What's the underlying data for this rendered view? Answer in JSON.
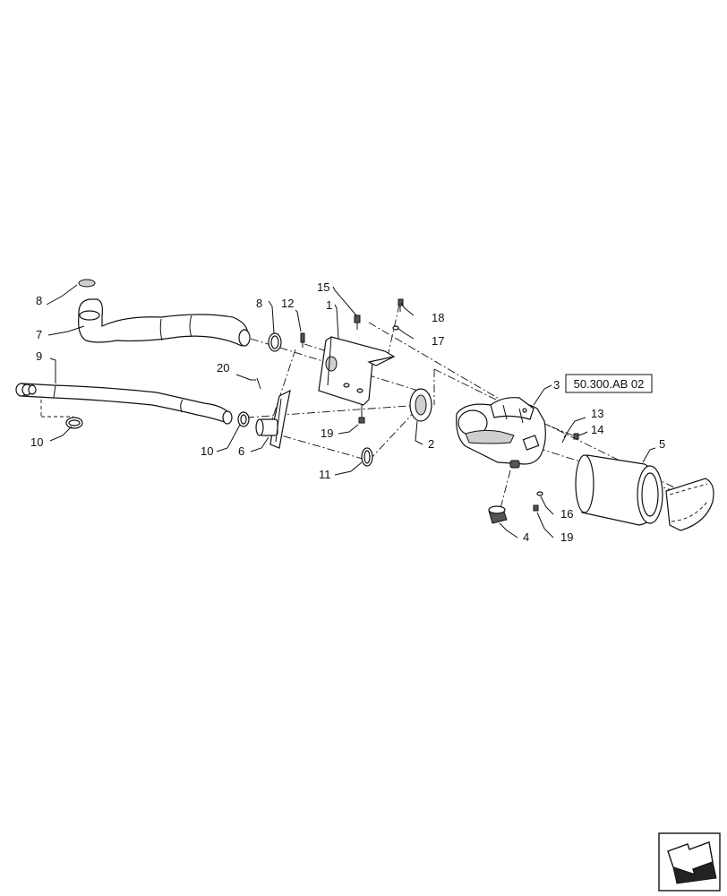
{
  "callouts": {
    "c1": "1",
    "c2": "2",
    "c3": "3",
    "c4": "4",
    "c5": "5",
    "c6": "6",
    "c7": "7",
    "c8a": "8",
    "c8b": "8",
    "c9": "9",
    "c10a": "10",
    "c10b": "10",
    "c11": "11",
    "c12": "12",
    "c13": "13",
    "c14": "14",
    "c15": "15",
    "c16": "16",
    "c17": "17",
    "c18": "18",
    "c19a": "19",
    "c19b": "19",
    "c20": "20"
  },
  "reference": {
    "label": "50.300.AB 02"
  },
  "nav_icon": "next-page-arrow-icon"
}
